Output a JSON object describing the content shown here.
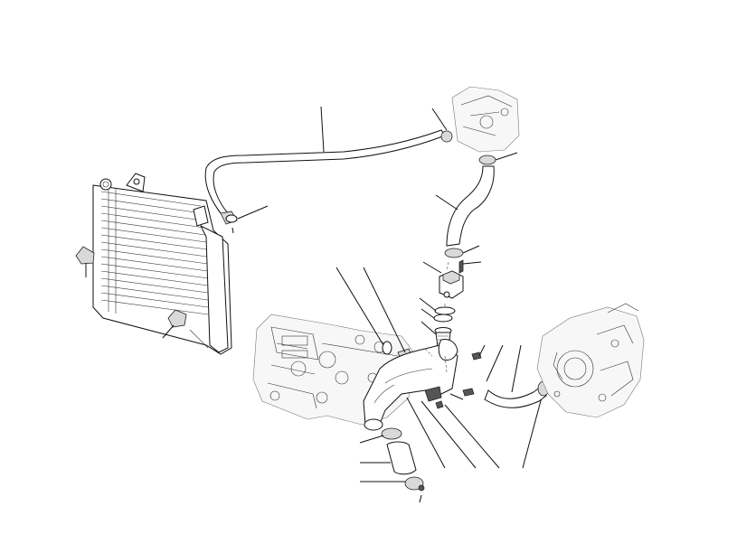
{
  "diagram": {
    "type": "exploded-parts-view",
    "part_names": [
      "radiator",
      "upper-hose",
      "hose-clamp",
      "elbow-hose",
      "thermostat-housing",
      "o-ring",
      "thermostat",
      "water-pipe-manifold",
      "cylinder-head",
      "short-hose",
      "water-pump-cover",
      "bolt",
      "rubber-mount",
      "pipe-sleeve"
    ]
  }
}
